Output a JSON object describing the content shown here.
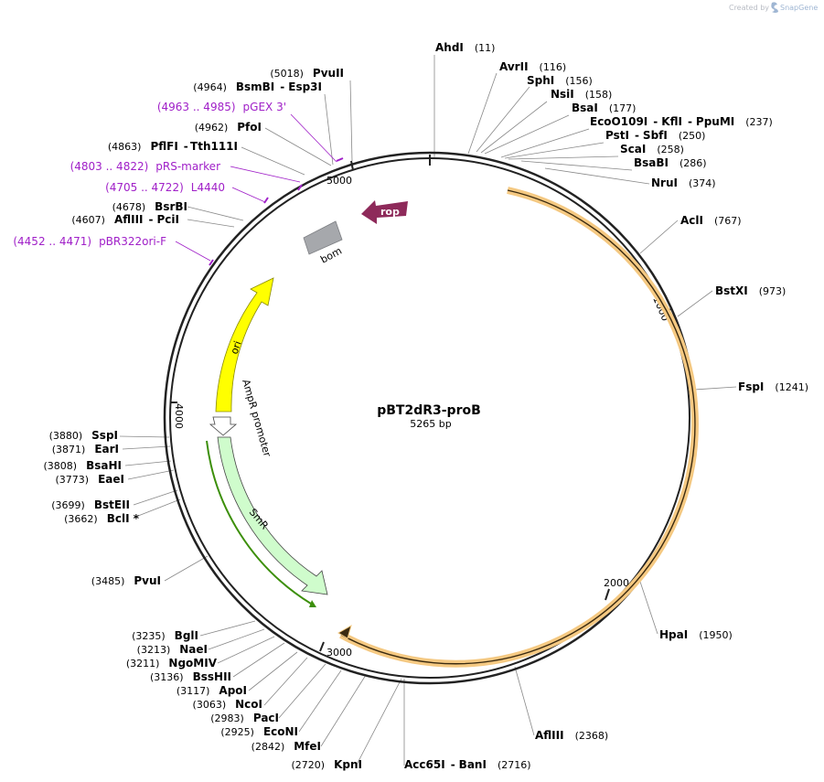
{
  "credit": {
    "prefix": "Created by",
    "brand": "SnapGene"
  },
  "plasmid": {
    "name": "pBT2dR3-proB",
    "length_label": "5265 bp"
  },
  "ticks": [
    "1000",
    "2000",
    "3000",
    "4000",
    "5000"
  ],
  "sites": [
    {
      "name": "AhdI",
      "pos": "(11)"
    },
    {
      "name": "AvrII",
      "pos": "(116)"
    },
    {
      "name": "SphI",
      "pos": "(156)"
    },
    {
      "name": "NsiI",
      "pos": "(158)"
    },
    {
      "name": "BsaI",
      "pos": "(177)"
    },
    {
      "name": "EcoO109I",
      "name2": "KflI",
      "name3": "PpuMI",
      "pos": "(237)"
    },
    {
      "name": "PstI",
      "name2": "SbfI",
      "pos": "(250)"
    },
    {
      "name": "ScaI",
      "pos": "(258)"
    },
    {
      "name": "BsaBI",
      "pos": "(286)"
    },
    {
      "name": "NruI",
      "pos": "(374)"
    },
    {
      "name": "AclI",
      "pos": "(767)"
    },
    {
      "name": "BstXI",
      "pos": "(973)"
    },
    {
      "name": "FspI",
      "pos": "(1241)"
    },
    {
      "name": "HpaI",
      "pos": "(1950)"
    },
    {
      "name": "AflIII",
      "pos": "(2368)"
    },
    {
      "name": "Acc65I",
      "name2": "BanI",
      "pos": "(2716)"
    },
    {
      "name": "KpnI",
      "pos": "(2720)"
    },
    {
      "name": "MfeI",
      "pos": "(2842)"
    },
    {
      "name": "EcoNI",
      "pos": "(2925)"
    },
    {
      "name": "PacI",
      "pos": "(2983)"
    },
    {
      "name": "NcoI",
      "pos": "(3063)"
    },
    {
      "name": "ApoI",
      "pos": "(3117)"
    },
    {
      "name": "BssHII",
      "pos": "(3136)"
    },
    {
      "name": "NgoMIV",
      "pos": "(3211)"
    },
    {
      "name": "NaeI",
      "pos": "(3213)"
    },
    {
      "name": "BglI",
      "pos": "(3235)"
    },
    {
      "name": "PvuI",
      "pos": "(3485)"
    },
    {
      "name": "BclI *",
      "pos": "(3662)"
    },
    {
      "name": "BstEII",
      "pos": "(3699)"
    },
    {
      "name": "EaeI",
      "pos": "(3773)"
    },
    {
      "name": "BsaHI",
      "pos": "(3808)"
    },
    {
      "name": "EarI",
      "pos": "(3871)"
    },
    {
      "name": "SspI",
      "pos": "(3880)"
    },
    {
      "name": "AflIII",
      "name2": "PciI",
      "pos": "(4607)"
    },
    {
      "name": "BsrBI",
      "pos": "(4678)"
    },
    {
      "name": "PflFI",
      "name2": "Tth111I",
      "pos": "(4863)"
    },
    {
      "name": "PfoI",
      "pos": "(4962)"
    },
    {
      "name": "BsmBI",
      "name2": "Esp3I",
      "pos": "(4964)"
    },
    {
      "name": "PvuII",
      "pos": "(5018)"
    }
  ],
  "primers": [
    {
      "range": "(4963 .. 4985)",
      "name": "pGEX 3'"
    },
    {
      "range": "(4803 .. 4822)",
      "name": "pRS-marker"
    },
    {
      "range": "(4705 .. 4722)",
      "name": "L4440"
    },
    {
      "range": "(4452 .. 4471)",
      "name": "pBR322ori-F"
    }
  ],
  "features": {
    "rop": "rop",
    "bom": "bom",
    "ori": "ori",
    "ampr_promoter": "AmpR promoter",
    "smr": "SmR"
  },
  "colors": {
    "backbone": "#222222",
    "orf_highlight": "#f5c982",
    "orf_line": "#3a2a10",
    "primer": "#a020c8",
    "rop": "#8e2a5a",
    "bom": "#a6a8ac",
    "ori": "#ffff00",
    "promoter": "#ffffff",
    "smr": "#cffccc",
    "smr_line": "#3c8f0a",
    "connector": "#888888"
  },
  "icons": {
    "credit_logo": "snapgene-logo-icon"
  }
}
